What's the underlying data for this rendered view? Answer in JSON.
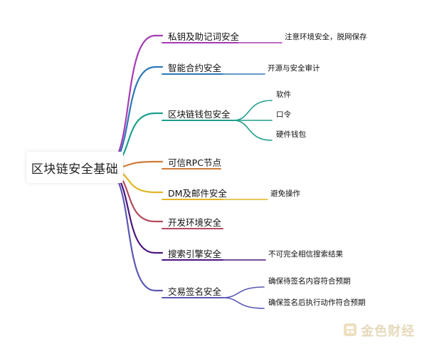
{
  "root": {
    "label": "区块链安全基础"
  },
  "branches": [
    {
      "label": "私钥及助记词安全",
      "color": "#a63bb4",
      "children": [
        "注意环境安全，脱网保存"
      ]
    },
    {
      "label": "智能合约安全",
      "color": "#2b79b8",
      "children": [
        "开源与安全审计"
      ]
    },
    {
      "label": "区块链钱包安全",
      "color": "#1e9f8b",
      "children": [
        "软件",
        "口令",
        "硬件钱包"
      ]
    },
    {
      "label": "可信RPC节点",
      "color": "#d07a36",
      "children": []
    },
    {
      "label": "DM及邮件安全",
      "color": "#e3b624",
      "children": [
        "避免操作"
      ]
    },
    {
      "label": "开发环境安全",
      "color": "#b44a5e",
      "children": []
    },
    {
      "label": "搜索引擎安全",
      "color": "#4b157e",
      "children": [
        "不可完全相信搜索结果"
      ]
    },
    {
      "label": "交易签名安全",
      "color": "#5a58b3",
      "children": [
        "确保待签名内容符合预期",
        "确保签名后执行动作符合预期"
      ]
    }
  ],
  "watermark": {
    "text": "金色财经"
  }
}
